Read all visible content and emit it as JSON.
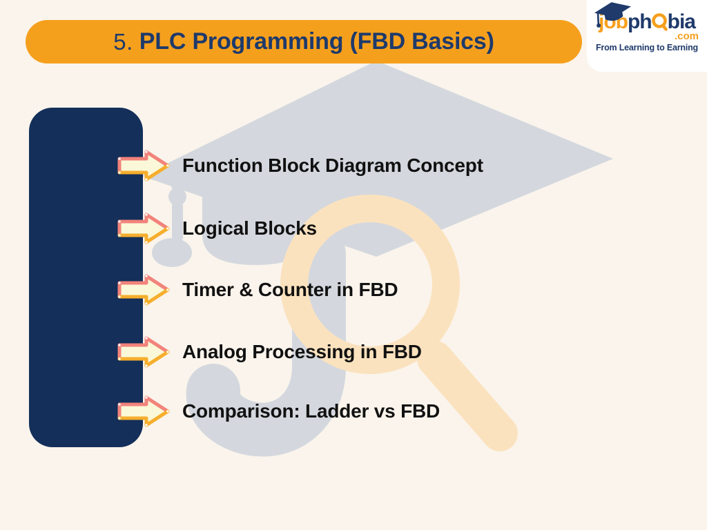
{
  "slide": {
    "background_color": "#FAF4EC",
    "banner": {
      "number": "5.",
      "title": "PLC Programming (FBD Basics)",
      "bg_color": "#F5A01D",
      "text_color": "#1E3A6B"
    },
    "logo": {
      "word_job": "job",
      "word_ph": "ph",
      "word_bia": "bia",
      "tld": ".com",
      "tagline": "From Learning to Earning",
      "orange": "#F6A01E",
      "navy": "#1F3A6B"
    },
    "topics": [
      {
        "label": "Function Block Diagram Concept"
      },
      {
        "label": "Logical Blocks"
      },
      {
        "label": "Timer & Counter in FBD"
      },
      {
        "label": "Analog Processing in FBD"
      },
      {
        "label": "Comparison: Ladder vs FBD"
      }
    ],
    "icons": {
      "bullet": "arrow-right-icon",
      "logo_cap": "graduation-cap-icon",
      "logo_o": "magnifier-icon",
      "background": "graduation-cap-magnifier-watermark"
    },
    "colors": {
      "arrow_fill": "#FAF8D8",
      "arrow_top_outline": "#F2837B",
      "arrow_bottom_outline": "#F6AE2D",
      "panel_navy": "#132F5A",
      "watermark_gray": "#D4D8DE",
      "watermark_peach": "#FBE2BE",
      "topic_text": "#111111"
    }
  }
}
